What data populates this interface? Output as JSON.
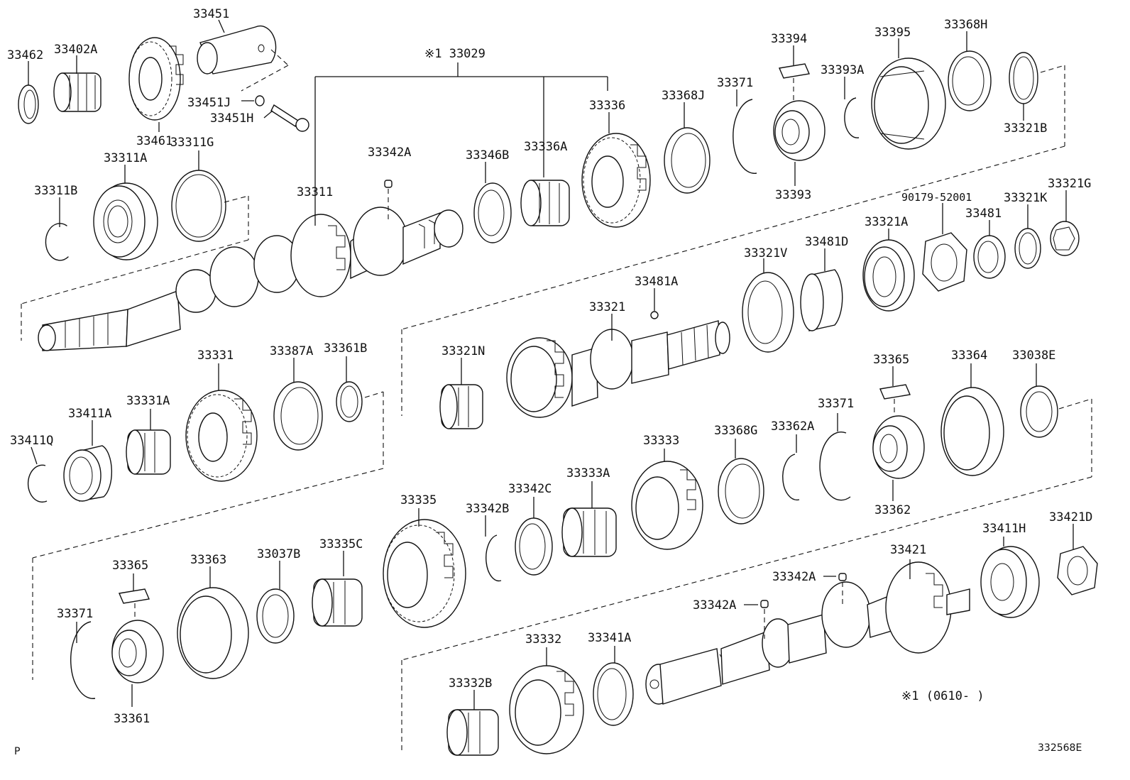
{
  "diagram": {
    "labels": {
      "p33462": "33462",
      "p33402A": "33402A",
      "p33451": "33451",
      "p33451J": "33451J",
      "p33451H": "33451H",
      "p33461": "33461",
      "p33311G": "33311G",
      "p33311A": "33311A",
      "p33311B": "33311B",
      "p33029": "※1 33029",
      "p33311": "33311",
      "p33342A_top": "33342A",
      "p33346B": "33346B",
      "p33336A": "33336A",
      "p33336": "33336",
      "p33368J": "33368J",
      "p33371_top": "33371",
      "p33394": "33394",
      "p33393": "33393",
      "p33393A": "33393A",
      "p33395": "33395",
      "p33368H": "33368H",
      "p33321B": "33321B",
      "p90179": "90179-52001",
      "p33321K": "33321K",
      "p33321G": "33321G",
      "p33481": "33481",
      "p33321A": "33321A",
      "p33481D": "33481D",
      "p33321V": "33321V",
      "p33481A": "33481A",
      "p33321": "33321",
      "p33321N": "33321N",
      "p33331": "33331",
      "p33387A": "33387A",
      "p33361B": "33361B",
      "p33331A": "33331A",
      "p33411A": "33411A",
      "p33411Q": "33411Q",
      "p33365_right": "33365",
      "p33364": "33364",
      "p33038E": "33038E",
      "p33371_mid": "33371",
      "p33368G": "33368G",
      "p33362A": "33362A",
      "p33333": "33333",
      "p33362": "33362",
      "p33333A": "33333A",
      "p33342C": "33342C",
      "p33342B": "33342B",
      "p33335": "33335",
      "p33335C": "33335C",
      "p33037B": "33037B",
      "p33363": "33363",
      "p33365_left": "33365",
      "p33371_left": "33371",
      "p33361": "33361",
      "p33421": "33421",
      "p33411H": "33411H",
      "p33421D": "33421D",
      "p33342A_r1": "33342A",
      "p33342A_r2": "33342A",
      "p33332": "33332",
      "p33341A": "33341A",
      "p33332B": "33332B"
    },
    "note": "※1 (0610-      )",
    "corner_p": "P",
    "figure_id": "332568E"
  }
}
